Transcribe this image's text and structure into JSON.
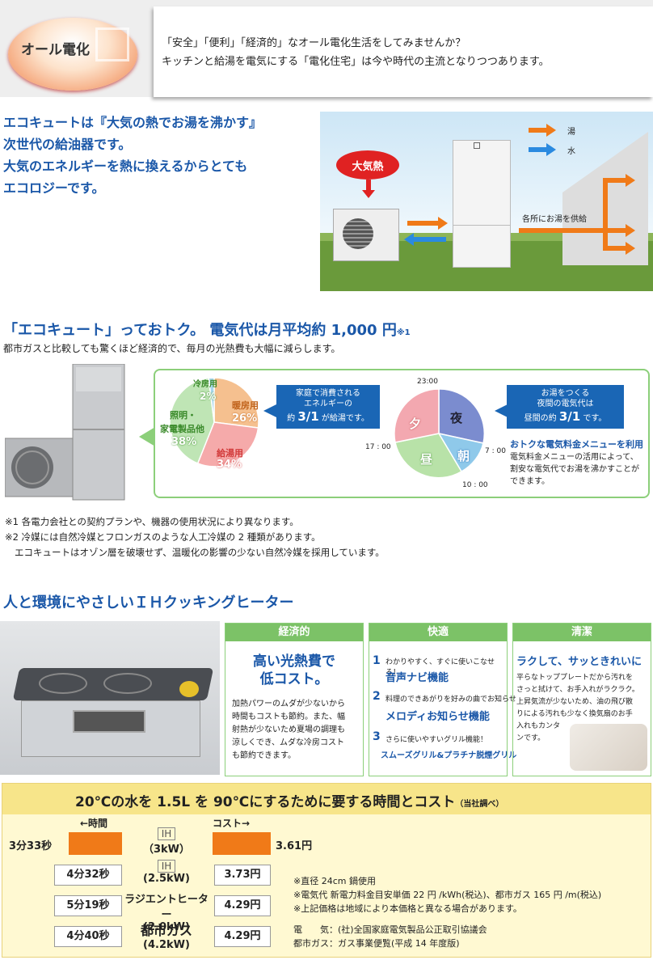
{
  "header": {
    "badge": "オール電化",
    "line1": "「安全」「便利」「経済的」なオール電化生活をしてみませんか？",
    "line2": "キッチンと給湯を電気にする「電化住宅」は今や時代の主流となりつつあります。"
  },
  "eco": {
    "lines": [
      "エコキュートは『大気の熱でお湯を沸かす』",
      "次世代の給油器です。",
      "大気のエネルギーを熱に換えるからとても",
      "エコロジーです。"
    ],
    "illustration": {
      "heat_label": "大気熱",
      "hot_label": "湯",
      "water_label": "水",
      "supply_label": "各所にお湯を供給"
    }
  },
  "okutoku": {
    "title": "「エコキュート」っておトク。 電気代は月平均約 1,000 円",
    "title_note": "※1",
    "subtitle": "都市ガスと比較しても驚くほど経済的で、毎月の光熱費も大幅に減らします。",
    "pie1": {
      "cooling": "冷房用",
      "cooling_pct": "2%",
      "heating": "暖房用",
      "heating_pct": "26%",
      "lighting": "照明・",
      "lighting2": "家電製品他",
      "lighting_pct": "38%",
      "hotwater": "給湯用",
      "hotwater_pct": "34%"
    },
    "box1": {
      "l1": "家庭で消費される",
      "l2": "エネルギーの",
      "l3a": "約",
      "l3b": "3/1",
      "l3c": "が給湯です。"
    },
    "clock": {
      "t23": "23:00",
      "t17": "17 : 00",
      "t7": "7 : 00",
      "t10": "10 : 00",
      "night": "夜",
      "evening": "夕",
      "day": "昼",
      "morning": "朝"
    },
    "box2": {
      "l1": "お湯をつくる",
      "l2": "夜間の電気代は",
      "l3a": "昼間の約",
      "l3b": "3/1",
      "l3c": "です。"
    },
    "menu_title": "おトクな電気料金メニューを利用",
    "menu_lines": [
      "電気料金メニューの活用によって、",
      "割安な電気代でお湯を沸かすことが",
      "できます。"
    ]
  },
  "notes": [
    "※1 各電力会社との契約プランや、機器の使用状況により異なります。",
    "※2 冷媒には自然冷媒とフロンガスのような人工冷媒の 2 種類があります。",
    "エコキュートはオゾン層を破壊せず、温暖化の影響の少ない自然冷媒を採用しています。"
  ],
  "ih": {
    "title": "人と環境にやさしいＩＨクッキングヒーター",
    "col1": {
      "head": "経済的",
      "big1": "高い光熱費で",
      "big2": "低コスト。",
      "body": [
        "加熱パワーのムダが少ないから",
        "時間もコストも節約。また、幅",
        "射熱が少ないため夏場の調理も",
        "涼しくでき、ムダな冷房コスト",
        "も節約できます。"
      ]
    },
    "col2": {
      "head": "快適",
      "items": [
        {
          "num": "1",
          "small": "わかりやすく、すぐに使いこなせる！",
          "big": "音声ナビ機能"
        },
        {
          "num": "2",
          "small": "料理のできあがりを好みの曲でお知らせ",
          "big": "メロディお知らせ機能"
        },
        {
          "num": "3",
          "small": "さらに使いやすいグリル機能！",
          "big": "スムーズグリル&プラチナ脱煙グリル"
        }
      ]
    },
    "col3": {
      "head": "清潔",
      "big": "ラクして、サッときれいに",
      "body": [
        "平らなトッププレートだから汚れを",
        "さっと拭けて、お手入れがラクラク。",
        "上昇気流が少ないため、油の飛び散",
        "りによる汚れも少なく換気扇のお手",
        "入れもカンタ",
        "ンです。"
      ]
    }
  },
  "cost": {
    "title": "20℃の水を 1.5L を 90℃にするために要する時間とコスト",
    "title_note": "（当社調べ）",
    "time_label": "←時間",
    "cost_label": "コスト→",
    "rows": [
      {
        "time": "3分33秒",
        "name1": "IH",
        "name2": "（3kW）",
        "cost": "3.61円"
      },
      {
        "time": "4分32秒",
        "name1": "IH",
        "name2": "(2.5kW)",
        "cost": "3.73円"
      },
      {
        "time": "5分19秒",
        "name1": "ラジエントヒーター",
        "name2": "(2.0kW)",
        "cost": "4.29円"
      },
      {
        "time": "4分40秒",
        "name1": "都市ガス",
        "name2": "(4.2kW)",
        "cost": "4.29円"
      }
    ],
    "notes": [
      "※直径 24cm 鍋使用",
      "※電気代 新電力料金目安単価 22 円 /kWh(税込)、都市ガス 165 円 /m(税込)",
      "※上記価格は地域により本価格と異なる場合があります。"
    ],
    "src1": "電　　気：(社)全国家庭電気製品公正取引協議会",
    "src2": "都市ガス：ガス事業便覧(平成 14 年度版)"
  },
  "colors": {
    "blue": "#1a57a8",
    "green": "#7cc267",
    "orange": "#f07a18",
    "red": "#e02222"
  }
}
